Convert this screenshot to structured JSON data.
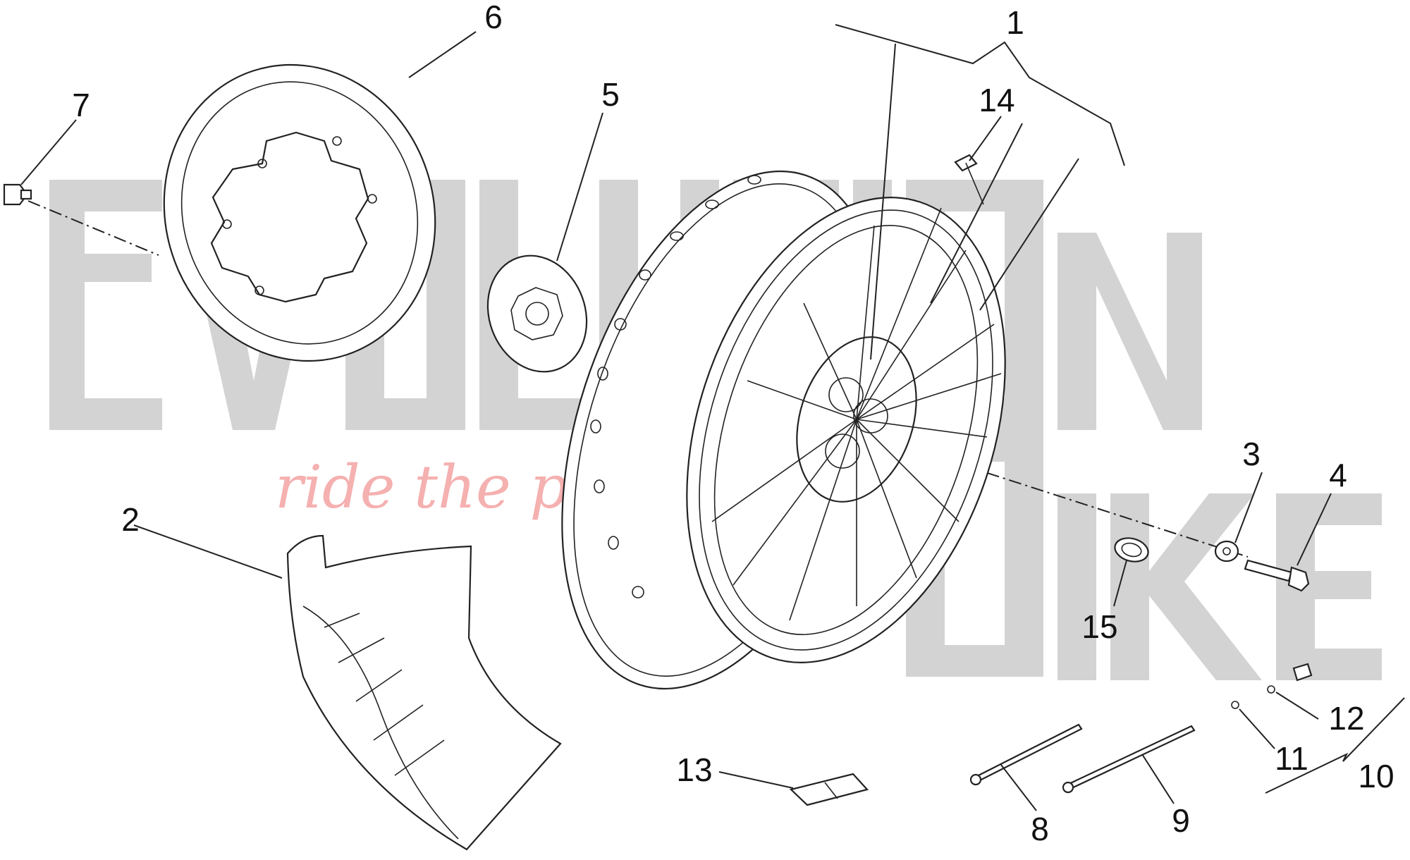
{
  "watermark": {
    "brand_line_1": "EVOLUTION",
    "brand_line_2": "BIKE",
    "tagline": "ride the power"
  },
  "callouts": [
    {
      "id": "1",
      "label": "1"
    },
    {
      "id": "2",
      "label": "2"
    },
    {
      "id": "3",
      "label": "3"
    },
    {
      "id": "4",
      "label": "4"
    },
    {
      "id": "5",
      "label": "5"
    },
    {
      "id": "6",
      "label": "6"
    },
    {
      "id": "7",
      "label": "7"
    },
    {
      "id": "8",
      "label": "8"
    },
    {
      "id": "9",
      "label": "9"
    },
    {
      "id": "10",
      "label": "10"
    },
    {
      "id": "11",
      "label": "11"
    },
    {
      "id": "12",
      "label": "12"
    },
    {
      "id": "13",
      "label": "13"
    },
    {
      "id": "14",
      "label": "14"
    },
    {
      "id": "15",
      "label": "15"
    }
  ],
  "colors": {
    "line": "#222222",
    "watermark_gray": "#c2c2c2",
    "watermark_red": "#f4a3a3",
    "background": "#ffffff"
  }
}
